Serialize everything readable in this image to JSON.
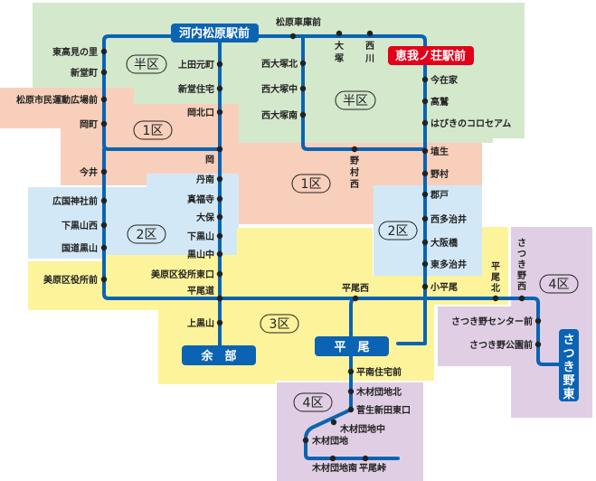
{
  "colors": {
    "zone_half": "#d4e8cc",
    "zone_1": "#f8cfbb",
    "zone_2": "#d2e8f6",
    "zone_3": "#fdf39a",
    "zone_4": "#e0cfe4",
    "route_line": "#0b63b3",
    "terminal_blue": "#0b63b3",
    "terminal_red": "#e3001b",
    "stop_dot": "#222222"
  },
  "zones": {
    "half_left": "半区",
    "half_right": "半区",
    "one_left": "1区",
    "one_right": "1区",
    "two_left": "2区",
    "two_right": "2区",
    "three": "3区",
    "four_south": "4区",
    "four_east": "4区"
  },
  "terminals": {
    "kawachi_matsubara": "河内松原駅前",
    "eganosho": "恵我ノ荘駅前",
    "yobe": "余　部",
    "hirao": "平　尾",
    "satsukino_higashi": [
      "さ",
      "つ",
      "き",
      "野",
      "東"
    ]
  },
  "stops": {
    "west_line": [
      "東高見の里",
      "新堂町",
      "松原市民運動広場前",
      "岡町",
      "今井",
      "広国神社前",
      "下黒山西",
      "国道黒山",
      "美原区役所前"
    ],
    "center_line": [
      "上田元町",
      "新堂住宅",
      "岡北口",
      "岡",
      "丹南",
      "真福寺",
      "大保",
      "下黒山",
      "黒山中",
      "美原区役所東口",
      "平尾道",
      "上黒山"
    ],
    "top_line": [
      "松原車庫前"
    ],
    "otsuka": [
      "大",
      "塚"
    ],
    "nishikawa": [
      "西",
      "川"
    ],
    "nishi_otsuka": [
      "西大塚北",
      "西大塚中",
      "西大塚南"
    ],
    "nomura_nishi": [
      "野",
      "村",
      "西"
    ],
    "east_line": [
      "今在家",
      "高鷲",
      "はびきのコロセアム",
      "埴生",
      "野村",
      "郡戸",
      "西多治井",
      "大阪橋",
      "東多治井",
      "小平尾"
    ],
    "hirao_nishi": "平尾西",
    "hirao_kita": [
      "平",
      "尾",
      "北"
    ],
    "satsukino_nishi": [
      "さ",
      "つ",
      "き",
      "野",
      "西"
    ],
    "satsukino": [
      "さつき野センター前",
      "さつき野公園前"
    ],
    "south_line": [
      "平南住宅前",
      "木材団地北",
      "菅生新田東口",
      "木材団地中",
      "木材団地",
      "木材団地南",
      "平尾峠"
    ]
  }
}
